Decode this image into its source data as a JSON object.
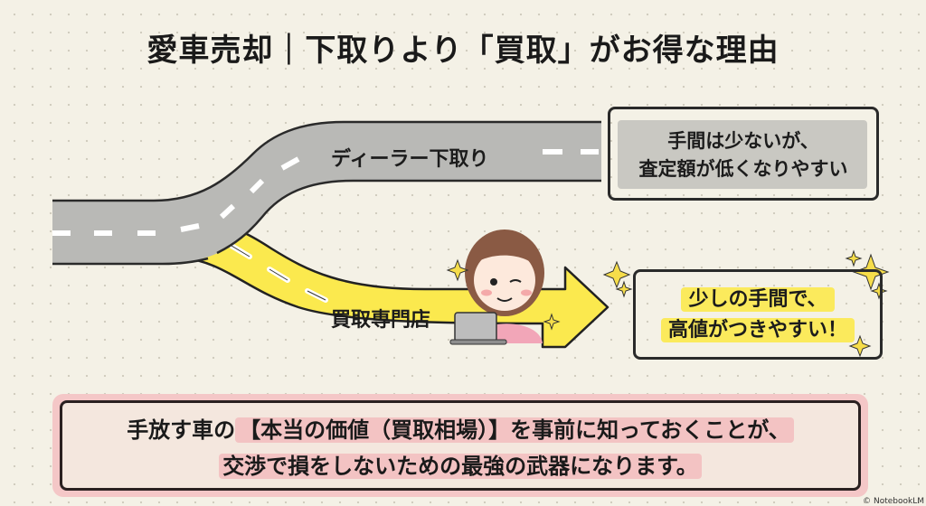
{
  "title": "愛車売却｜下取りより「買取」がお得な理由",
  "roads": {
    "dealer": {
      "label": "ディーラー下取り",
      "color": "#b9b9b6"
    },
    "buyer": {
      "label": "買取専門店",
      "color": "#fbe94e"
    }
  },
  "callouts": {
    "dealer": {
      "line1": "手間は少ないが、",
      "line2": "査定額が低くなりやすい",
      "fill_color": "#c9c8c2"
    },
    "buyer": {
      "line1": "少しの手間で、",
      "line2": "高値がつきやすい！",
      "highlight_color": "#fbea5c"
    }
  },
  "character": {
    "description": "woman-winking-with-laptop"
  },
  "bottom_message": {
    "line1_pre": "手放す車の",
    "line1_highlight": "【本当の価値（買取相場）】を事前に知っておくことが、",
    "line2": "交渉で損をしないための最強の武器になります。",
    "highlight_color": "#f3c3c3"
  },
  "credit": "© NotebookLM"
}
